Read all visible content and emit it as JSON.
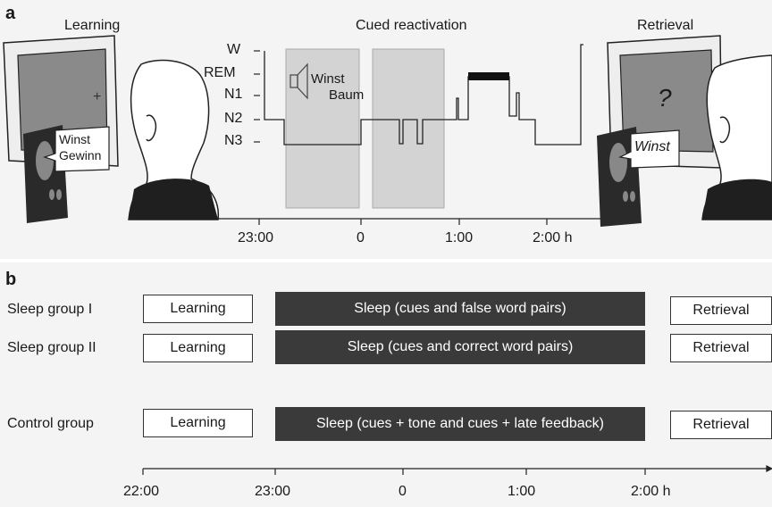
{
  "panel_a": {
    "letter": "a",
    "headings": {
      "learning": "Learning",
      "cued": "Cued reactivation",
      "retrieval": "Retrieval"
    },
    "stages": [
      "W",
      "REM",
      "N1",
      "N2",
      "N3"
    ],
    "time_ticks": [
      "23:00",
      "0",
      "1:00",
      "2:00 h"
    ],
    "learning_screen_symbol": "+",
    "learning_speech_line1": "Winst",
    "learning_speech_line2": "Gewinn",
    "cue_word_1": "Winst",
    "cue_word_2": "Baum",
    "retrieval_screen_symbol": "?",
    "retrieval_speech": "Winst"
  },
  "panel_b": {
    "letter": "b",
    "groups": [
      {
        "name": "Sleep group I",
        "learning": "Learning",
        "sleep": "Sleep (cues and false word pairs)",
        "retrieval": "Retrieval"
      },
      {
        "name": "Sleep group II",
        "learning": "Learning",
        "sleep": "Sleep (cues and correct word pairs)",
        "retrieval": "Retrieval"
      },
      {
        "name": "Control group",
        "learning": "Learning",
        "sleep": "Sleep (cues + tone and cues + late feedback)",
        "retrieval": "Retrieval"
      }
    ],
    "time_ticks": [
      "22:00",
      "23:00",
      "0",
      "1:00",
      "2:00 h"
    ]
  },
  "colors": {
    "dark_bar": "#3a3a3a",
    "cue_shade": "#d3d3d3",
    "rem_bar": "#111111"
  }
}
